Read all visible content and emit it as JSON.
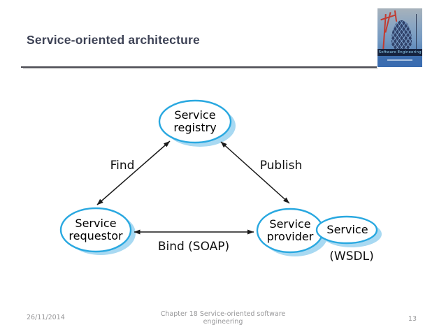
{
  "slide": {
    "title": "Service-oriented architecture",
    "logo": {
      "name": "software-engineering-book-cover",
      "title": "Software Engineering"
    },
    "footer": {
      "date": "26/11/2014",
      "chapter_line1": "Chapter 18 Service-oriented software",
      "chapter_line2": "engineering",
      "page_number": "13"
    }
  },
  "diagram": {
    "nodes": [
      {
        "id": "service-registry",
        "label": "Service registry"
      },
      {
        "id": "service-requestor",
        "label": "Service requestor"
      },
      {
        "id": "service-provider",
        "label": "Service provider"
      },
      {
        "id": "service-wsdl",
        "label": "Service",
        "sublabel": "(WSDL)"
      }
    ],
    "edges": [
      {
        "id": "find",
        "label": "Find",
        "from": "service-requestor",
        "to": "service-registry",
        "style": "double-arrow"
      },
      {
        "id": "publish",
        "label": "Publish",
        "from": "service-provider",
        "to": "service-registry",
        "style": "double-arrow"
      },
      {
        "id": "bind",
        "label": "Bind (SOAP)",
        "from": "service-requestor",
        "to": "service-provider",
        "style": "double-arrow"
      }
    ],
    "colors": {
      "node_stroke": "#29a8e0",
      "node_fill": "#ffffff",
      "node_shadow": "#a8d9f2",
      "arrow": "#1a1a1a",
      "label_text": "#000000"
    }
  },
  "theme": {
    "title_color": "#3d4255",
    "rule_color": "#47474f",
    "footer_text_color": "#98989a",
    "background": "#ffffff"
  }
}
